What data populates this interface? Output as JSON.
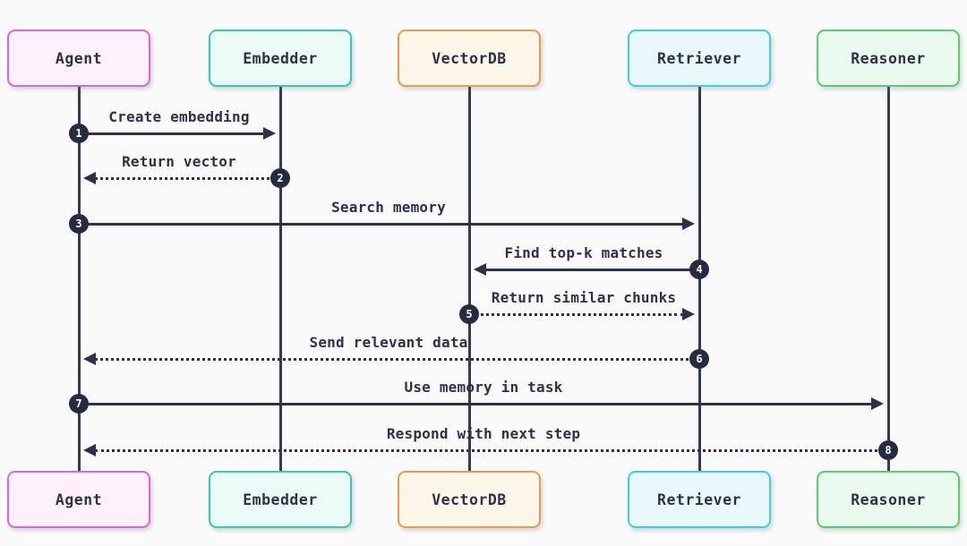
{
  "diagram": {
    "type": "sequence-diagram",
    "background_color": "#fafafa",
    "line_color": "#2e3148",
    "step_marker_color": "#272b42",
    "actors": [
      {
        "name": "Agent",
        "border_color": "#d966e0",
        "fill_color": "#fdf1fc"
      },
      {
        "name": "Embedder",
        "border_color": "#35c9ae",
        "fill_color": "#eafaf6"
      },
      {
        "name": "VectorDB",
        "border_color": "#eb9b4d",
        "fill_color": "#fdf7ea"
      },
      {
        "name": "Retriever",
        "border_color": "#3fcde6",
        "fill_color": "#e8f8fb"
      },
      {
        "name": "Reasoner",
        "border_color": "#55cf6d",
        "fill_color": "#ebfaee"
      }
    ],
    "messages": [
      {
        "step": "1",
        "label": "Create embedding",
        "from": "Agent",
        "to": "Embedder",
        "line_style": "solid"
      },
      {
        "step": "2",
        "label": "Return vector",
        "from": "Embedder",
        "to": "Agent",
        "line_style": "dotted"
      },
      {
        "step": "3",
        "label": "Search memory",
        "from": "Agent",
        "to": "Retriever",
        "line_style": "solid"
      },
      {
        "step": "4",
        "label": "Find top-k matches",
        "from": "Retriever",
        "to": "VectorDB",
        "line_style": "solid"
      },
      {
        "step": "5",
        "label": "Return similar chunks",
        "from": "VectorDB",
        "to": "Retriever",
        "line_style": "dotted"
      },
      {
        "step": "6",
        "label": "Send relevant data",
        "from": "Retriever",
        "to": "Agent",
        "line_style": "dotted"
      },
      {
        "step": "7",
        "label": "Use memory in task",
        "from": "Agent",
        "to": "Reasoner",
        "line_style": "solid"
      },
      {
        "step": "8",
        "label": "Respond with next step",
        "from": "Reasoner",
        "to": "Agent",
        "line_style": "dotted"
      }
    ]
  }
}
